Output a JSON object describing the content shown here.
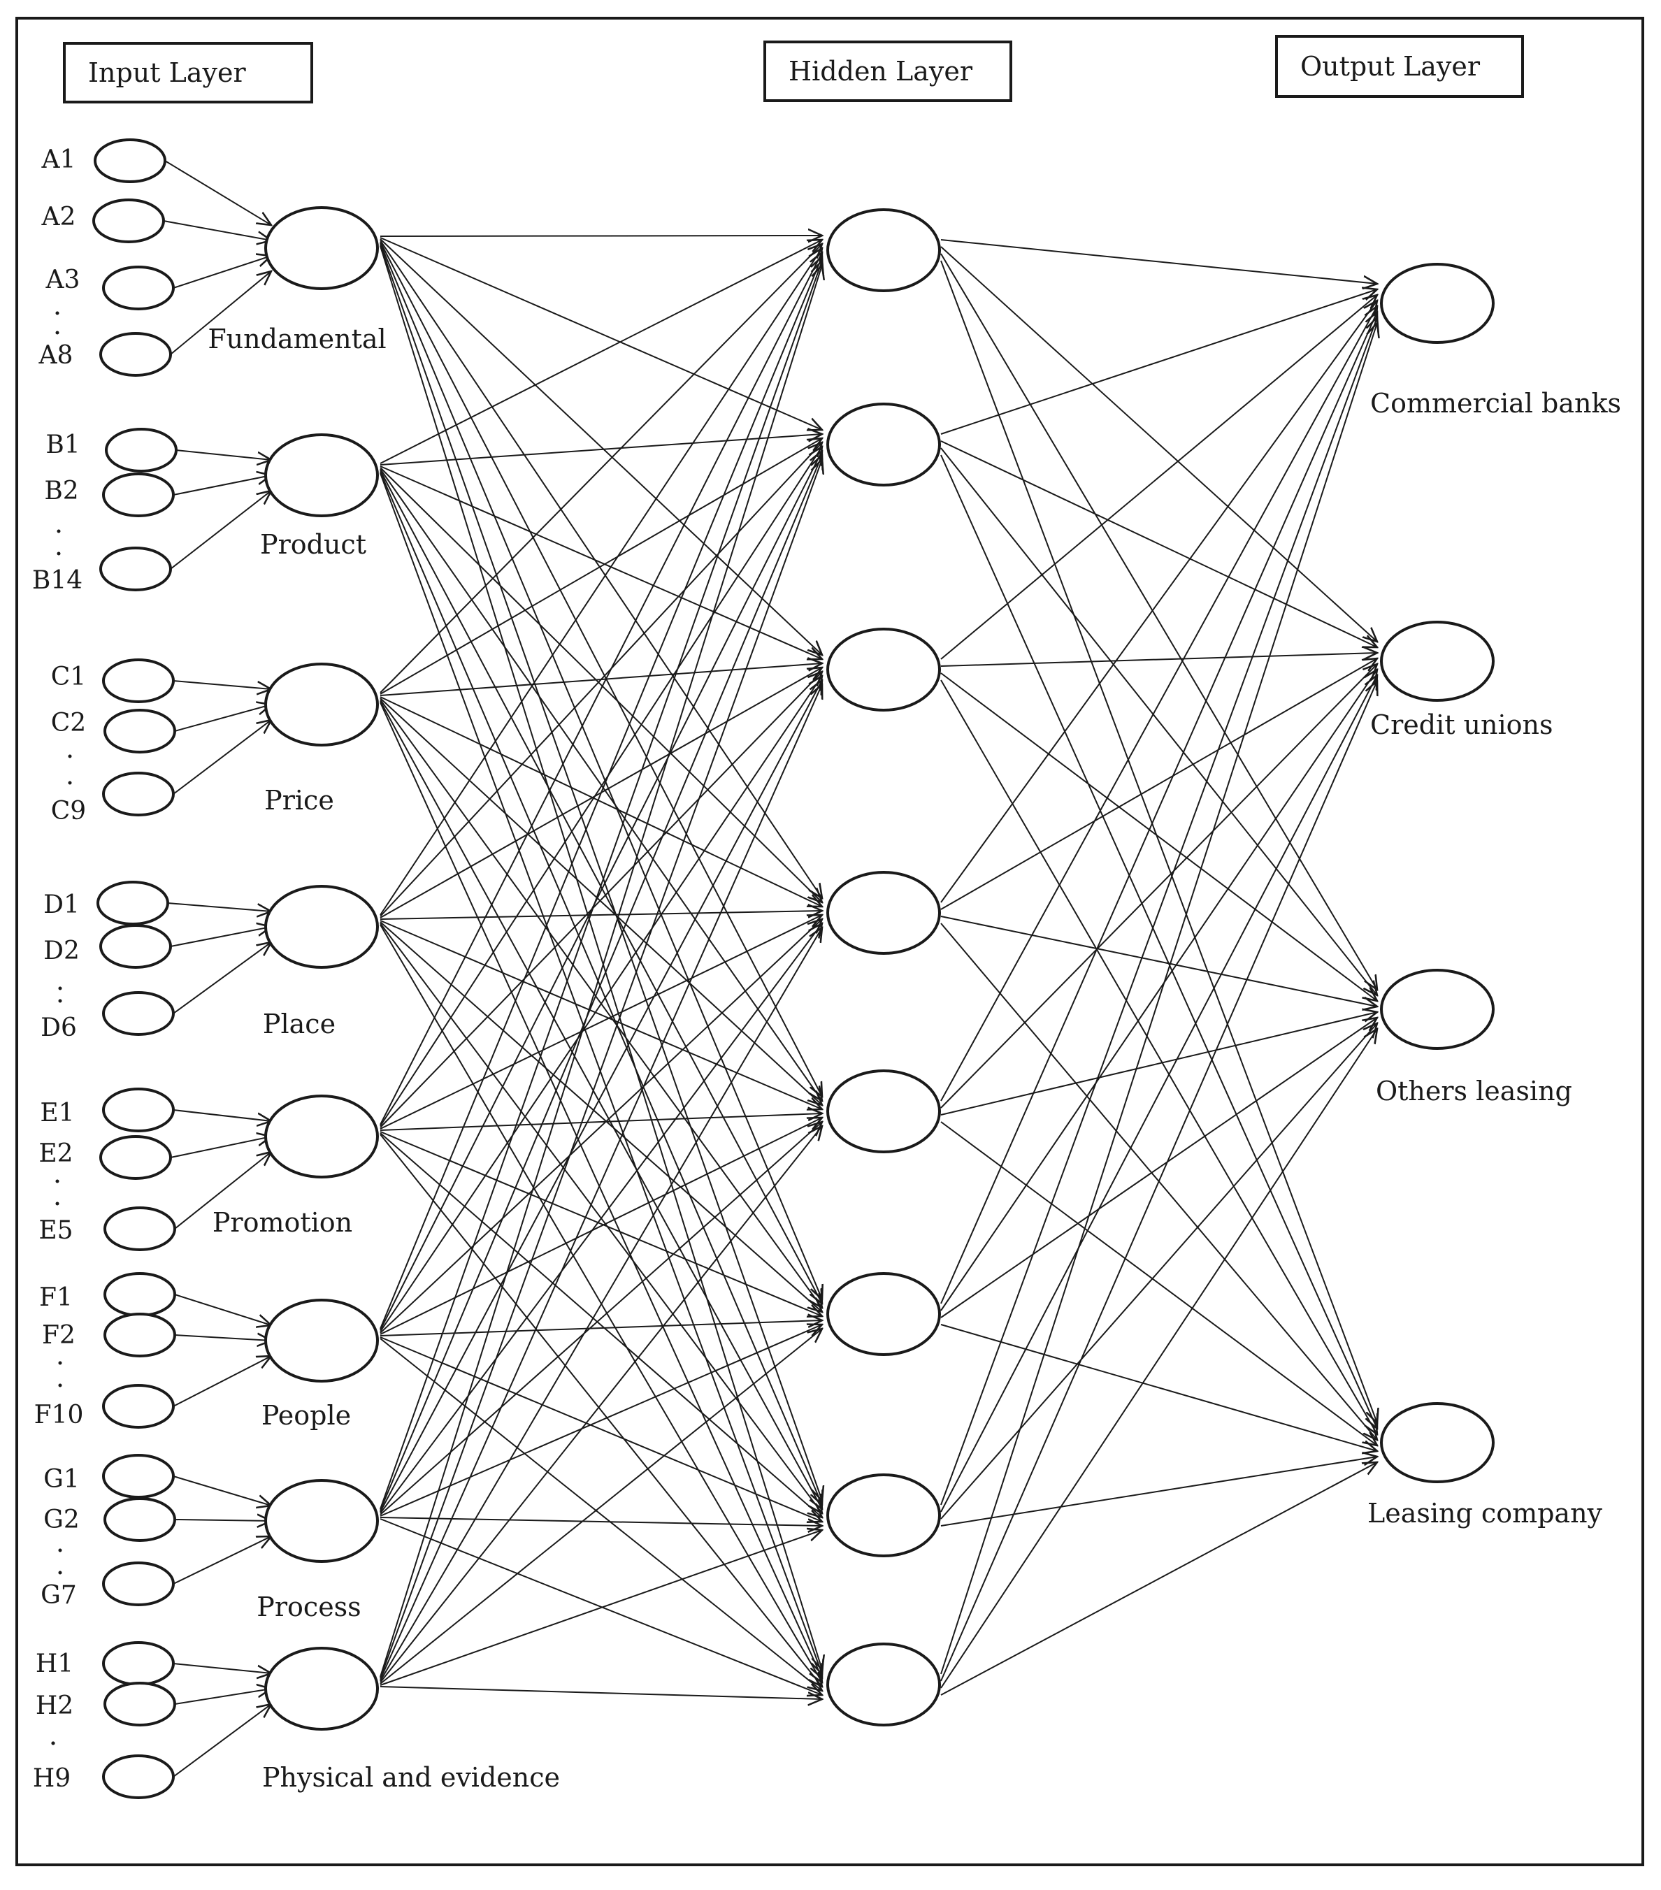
{
  "layers": {
    "input": "Input Layer",
    "hidden": "Hidden Layer",
    "output": "Output Layer"
  },
  "groups": [
    {
      "label": "Fundamental",
      "items": [
        "A1",
        "A2",
        "A3",
        "A8"
      ]
    },
    {
      "label": "Product",
      "items": [
        "B1",
        "B2",
        "B14"
      ]
    },
    {
      "label": "Price",
      "items": [
        "C1",
        "C2",
        "C9"
      ]
    },
    {
      "label": "Place",
      "items": [
        "D1",
        "D2",
        "D6"
      ]
    },
    {
      "label": "Promotion",
      "items": [
        "E1",
        "E2",
        "E5"
      ]
    },
    {
      "label": "People",
      "items": [
        "F1",
        "F2",
        "F10"
      ]
    },
    {
      "label": "Process",
      "items": [
        "G1",
        "G2",
        "G7"
      ]
    },
    {
      "label": "Physical and evidence",
      "items": [
        "H1",
        "H2",
        "H9"
      ]
    }
  ],
  "hidden_node_count": 8,
  "outputs": [
    "Commercial banks",
    "Credit unions",
    "Others leasing",
    "Leasing company"
  ],
  "colors": {
    "stroke": "#1a1a1a",
    "background": "#ffffff"
  }
}
